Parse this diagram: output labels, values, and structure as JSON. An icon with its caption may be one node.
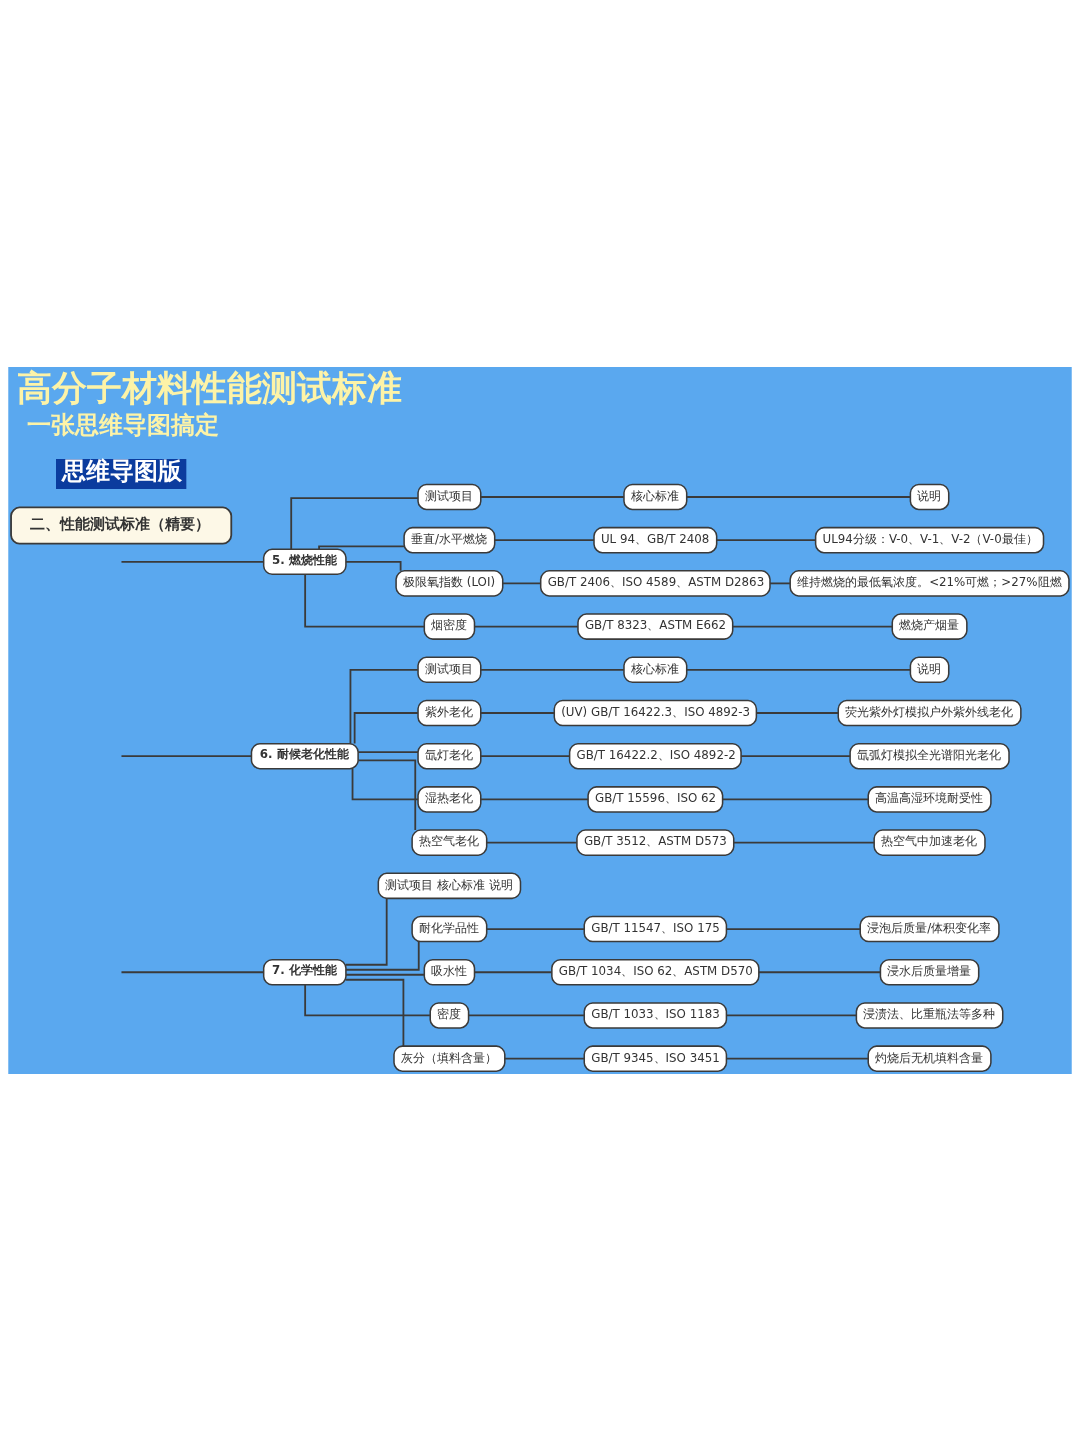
{
  "diagram": {
    "title": "高分子材料性能测试标准",
    "nodes": [
      {
        "text": [
          "二、性能测试标准（精要）"
        ]
      },
      {
        "text": [
          "5. 燃烧性能"
        ]
      },
      {
        "text": [
          "测试项目"
        ]
      },
      {
        "text": [
          "核心标准"
        ]
      },
      {
        "text": [
          "说明"
        ]
      },
      {
        "text": [
          "垂直/水平燃烧"
        ]
      },
      {
        "text": [
          "UL 94、GB/T 2408"
        ]
      },
      {
        "text": [
          "UL94分级：V-0、V-1、V-2（V-0最佳）"
        ]
      },
      {
        "text": [
          "极限氧指数 (LOI)"
        ]
      },
      {
        "text": [
          "GB/T 2406、ISO 4589、ASTM D2863"
        ]
      },
      {
        "text": [
          "维持燃烧的最低氧浓度。<21%可燃；>27%阻燃"
        ]
      },
      {
        "text": [
          "烟密度"
        ]
      },
      {
        "text": [
          "GB/T 8323、ASTM E662"
        ]
      },
      {
        "text": [
          "燃烧产烟量"
        ]
      },
      {
        "text": [
          "6. 耐候老化性能"
        ]
      },
      {
        "text": [
          "测试项目"
        ]
      },
      {
        "text": [
          "核心标准"
        ]
      },
      {
        "text": [
          "说明"
        ]
      },
      {
        "text": [
          "紫外老化"
        ]
      },
      {
        "text": [
          "(UV) GB/T 16422.3、ISO 4892-3"
        ]
      },
      {
        "text": [
          "荧光紫外灯模拟户外紫外线老化"
        ]
      },
      {
        "text": [
          "氙灯老化"
        ]
      },
      {
        "text": [
          "GB/T 16422.2、ISO 4892-2"
        ]
      },
      {
        "text": [
          "氙弧灯模拟全光谱阳光老化"
        ]
      },
      {
        "text": [
          "湿热老化"
        ]
      },
      {
        "text": [
          "GB/T 15596、ISO 62"
        ]
      },
      {
        "text": [
          "高温高湿环境耐受性"
        ]
      },
      {
        "text": [
          "热空气老化"
        ]
      },
      {
        "text": [
          "GB/T 3512、ASTM D573"
        ]
      },
      {
        "text": [
          "热空气中加速老化"
        ]
      },
      {
        "text": [
          "7. 化学性能"
        ]
      },
      {
        "text": [
          "测试项目 核心标准 说明"
        ]
      },
      {
        "text": [
          "耐化学品性"
        ]
      },
      {
        "text": [
          "GB/T 11547、ISO 175"
        ]
      },
      {
        "text": [
          "浸泡后质量/体积变化率"
        ]
      },
      {
        "text": [
          "吸水性"
        ]
      },
      {
        "text": [
          "GB/T 1034、ISO 62、ASTM D570"
        ]
      },
      {
        "text": [
          "浸水后质量增量"
        ]
      },
      {
        "text": [
          "密度"
        ]
      },
      {
        "text": [
          "GB/T 1033、ISO 1183"
        ]
      },
      {
        "text": [
          "浸渍法、比重瓶法等多种"
        ]
      },
      {
        "text": [
          "灰分（填料含量）"
        ]
      },
      {
        "text": [
          "GB/T 9345、ISO 3451"
        ]
      },
      {
        "text": [
          "灼烧后无机填料含量"
        ]
      }
    ],
    "edges": [
      {
        "from": null,
        "to": 1,
        "arrow": "none"
      },
      {
        "from": null,
        "to": 14,
        "arrow": "none"
      },
      {
        "from": null,
        "to": 30,
        "arrow": "none"
      },
      {
        "from": 1,
        "to": 2,
        "arrow": "none"
      },
      {
        "from": 2,
        "to": 3,
        "arrow": "none"
      },
      {
        "from": 3,
        "to": 4,
        "arrow": "none"
      },
      {
        "from": 1,
        "to": 5,
        "arrow": "none"
      },
      {
        "from": 5,
        "to": 6,
        "arrow": "none"
      },
      {
        "from": 6,
        "to": 7,
        "arrow": "none"
      },
      {
        "from": 1,
        "to": 8,
        "arrow": "none"
      },
      {
        "from": 8,
        "to": 9,
        "arrow": "none"
      },
      {
        "from": 9,
        "to": 10,
        "arrow": "none"
      },
      {
        "from": 1,
        "to": 11,
        "arrow": "none"
      },
      {
        "from": 11,
        "to": 12,
        "arrow": "none"
      },
      {
        "from": 12,
        "to": 13,
        "arrow": "none"
      },
      {
        "from": 14,
        "to": 15,
        "arrow": "none"
      },
      {
        "from": 15,
        "to": 16,
        "arrow": "none"
      },
      {
        "from": 16,
        "to": 17,
        "arrow": "none"
      },
      {
        "from": 14,
        "to": 18,
        "arrow": "none"
      },
      {
        "from": 18,
        "to": 19,
        "arrow": "none"
      },
      {
        "from": 19,
        "to": 20,
        "arrow": "none"
      },
      {
        "from": 14,
        "to": 21,
        "arrow": "none"
      },
      {
        "from": 21,
        "to": 22,
        "arrow": "none"
      },
      {
        "from": 22,
        "to": 23,
        "arrow": "none"
      },
      {
        "from": 14,
        "to": 24,
        "arrow": "none"
      },
      {
        "from": 24,
        "to": 25,
        "arrow": "none"
      },
      {
        "from": 25,
        "to": 26,
        "arrow": "none"
      },
      {
        "from": 14,
        "to": 27,
        "arrow": "none"
      },
      {
        "from": 27,
        "to": 28,
        "arrow": "none"
      },
      {
        "from": 28,
        "to": 29,
        "arrow": "none"
      },
      {
        "from": 30,
        "to": 31,
        "arrow": "none"
      },
      {
        "from": 30,
        "to": 32,
        "arrow": "none"
      },
      {
        "from": 32,
        "to": 33,
        "arrow": "none"
      },
      {
        "from": 33,
        "to": 34,
        "arrow": "none"
      },
      {
        "from": 30,
        "to": 35,
        "arrow": "none"
      },
      {
        "from": 35,
        "to": 36,
        "arrow": "none"
      },
      {
        "from": 36,
        "to": 37,
        "arrow": "none"
      },
      {
        "from": 30,
        "to": 38,
        "arrow": "none"
      },
      {
        "from": 38,
        "to": 39,
        "arrow": "none"
      },
      {
        "from": 39,
        "to": 40,
        "arrow": "none"
      },
      {
        "from": 30,
        "to": 41,
        "arrow": "none"
      },
      {
        "from": 41,
        "to": 42,
        "arrow": "none"
      },
      {
        "from": 42,
        "to": 43,
        "arrow": "none"
      }
    ],
    "labels": [
      "一张思维导图搞定",
      "思维导图版"
    ]
  }
}
